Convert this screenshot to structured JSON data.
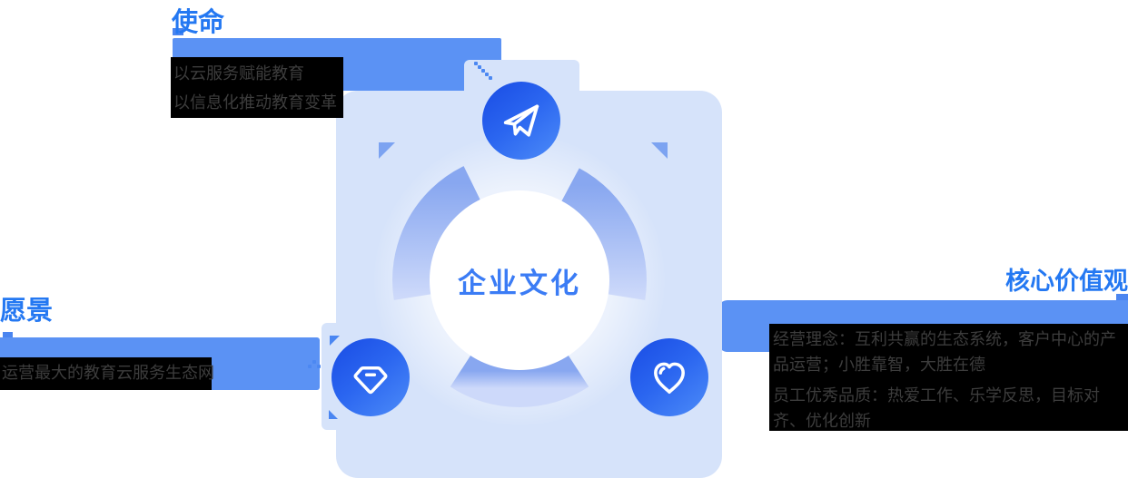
{
  "center": {
    "label": "企业文化"
  },
  "sections": {
    "mission": {
      "title": "使命",
      "lines": [
        "以云服务赋能教育",
        "以信息化推动教育变革"
      ]
    },
    "vision": {
      "title": "愿景",
      "lines": [
        "运营最大的教育云服务生态网"
      ]
    },
    "values": {
      "title": "核心价值观",
      "lines": [
        "经营理念：互利共赢的生态系统，客户中心的产品运营；小胜靠智，大胜在德",
        "员工优秀品质：热爱工作、乐学反思，目标对齐、优化创新"
      ]
    }
  },
  "icons": {
    "top": "paper-plane-icon",
    "bottom_left": "gem-icon",
    "bottom_right": "heart-icon"
  },
  "colors": {
    "title_blue": "#2478f2",
    "bar_blue": "#5b92f4",
    "panel_light_blue": "#d6e3fa",
    "ring_gradient_top": "#88a7f0",
    "ring_gradient_bottom": "#cdd9fa",
    "badge_gradient_start": "#1c50e6",
    "badge_gradient_end": "#4d8cf8",
    "center_text_blue": "#3b7cf5",
    "black_box_bg": "#000000",
    "black_box_text": "#3d3d3d"
  }
}
